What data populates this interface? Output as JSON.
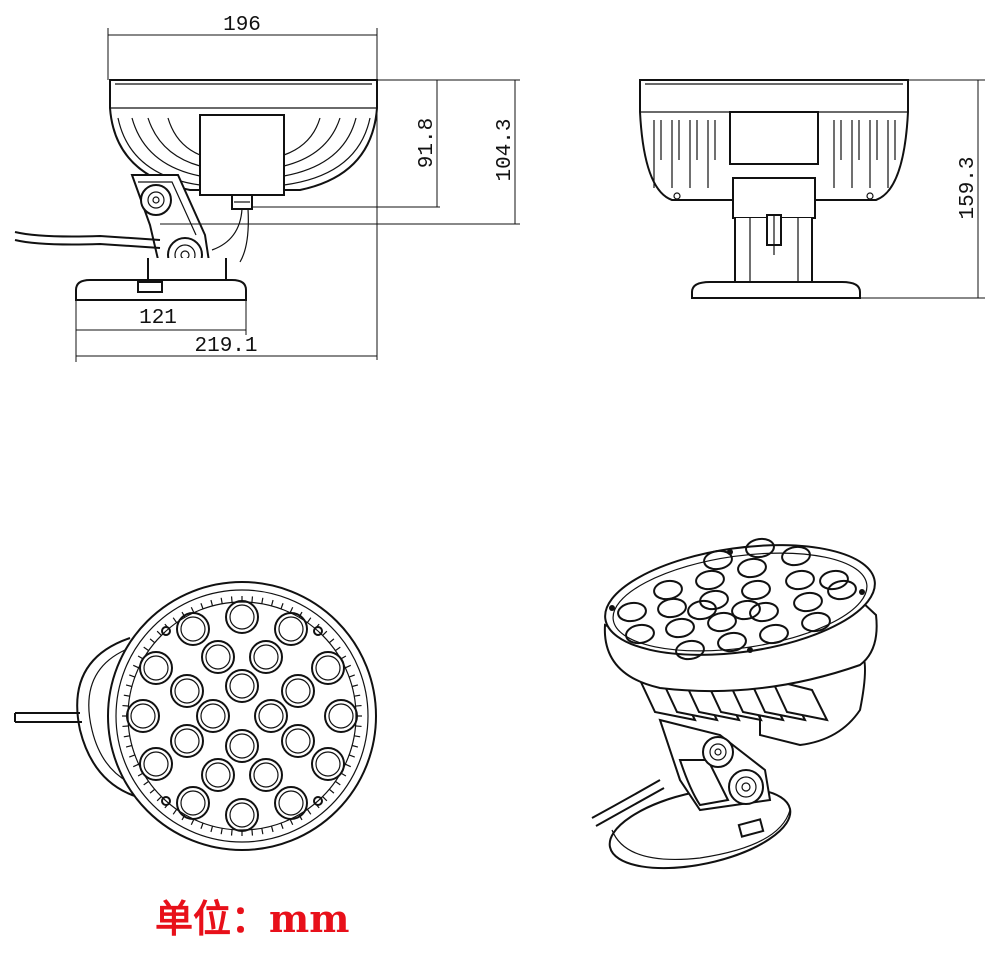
{
  "dimensions": {
    "width_top": "196",
    "base_width": "121",
    "total_length": "219.1",
    "height_a": "91.8",
    "height_b": "104.3",
    "height_total": "159.3"
  },
  "unit_label": "单位：mm",
  "colors": {
    "line": "#111111",
    "unit_text": "#e8101a",
    "background": "#ffffff"
  }
}
